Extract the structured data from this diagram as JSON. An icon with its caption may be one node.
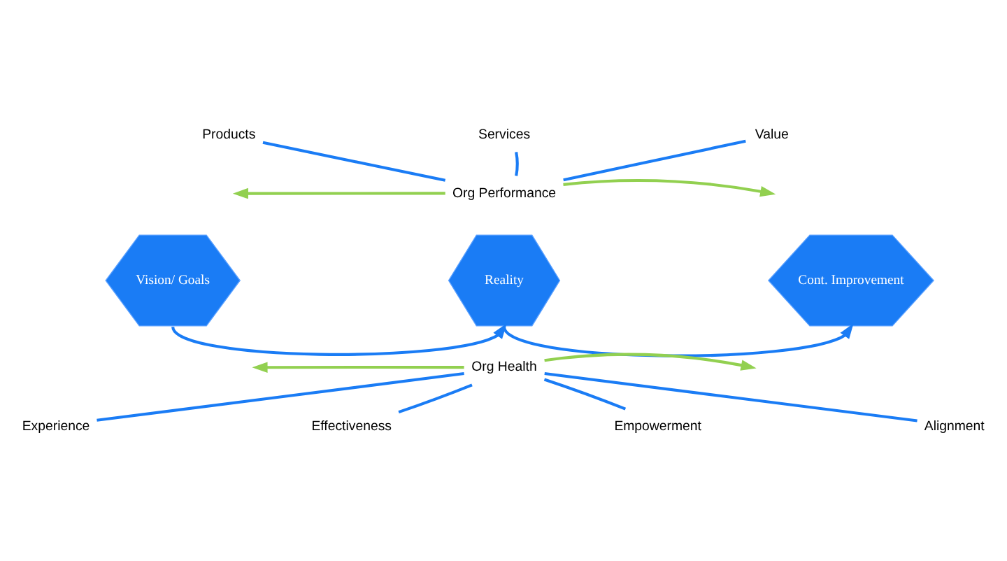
{
  "diagram": {
    "nodes": [
      {
        "text": [
          "Products"
        ]
      },
      {
        "text": [
          "Services"
        ]
      },
      {
        "text": [
          "Value"
        ]
      },
      {
        "text": [
          "Org Performance"
        ]
      },
      {
        "text": [
          "Vision/ Goals"
        ]
      },
      {
        "text": [
          "Reality"
        ]
      },
      {
        "text": [
          "Cont. Improvement"
        ]
      },
      {
        "text": [
          "Org Health"
        ]
      },
      {
        "text": [
          "Experience"
        ]
      },
      {
        "text": [
          "Effectiveness"
        ]
      },
      {
        "text": [
          "Empowerment"
        ]
      },
      {
        "text": [
          "Alignment"
        ]
      }
    ],
    "edges": [
      {
        "from": 0,
        "to": 3,
        "arrow": "none"
      },
      {
        "from": 1,
        "to": 3,
        "arrow": "none"
      },
      {
        "from": 2,
        "to": 3,
        "arrow": "none"
      },
      {
        "from": 3,
        "to": null,
        "arrow": "to",
        "color": "#92d050"
      },
      {
        "from": 3,
        "to": null,
        "arrow": "to",
        "color": "#92d050"
      },
      {
        "from": 4,
        "to": 5,
        "arrow": "to"
      },
      {
        "from": 5,
        "to": 6,
        "arrow": "to"
      },
      {
        "from": 7,
        "to": null,
        "arrow": "to",
        "color": "#92d050"
      },
      {
        "from": 7,
        "to": null,
        "arrow": "to",
        "color": "#92d050"
      },
      {
        "from": 7,
        "to": 8,
        "arrow": "none"
      },
      {
        "from": 7,
        "to": 9,
        "arrow": "none"
      },
      {
        "from": 7,
        "to": 10,
        "arrow": "none"
      },
      {
        "from": 7,
        "to": 11,
        "arrow": "none"
      }
    ]
  }
}
